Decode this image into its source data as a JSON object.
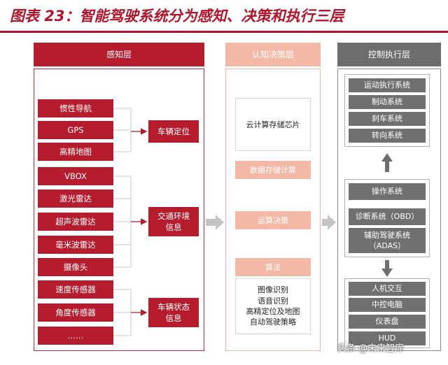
{
  "title": "图表 23：智能驾驶系统分为感知、决策和执行三层",
  "perception": {
    "header": "感知层",
    "sensors": [
      "惯性导航",
      "GPS",
      "高精地图",
      "VBOX",
      "激光雷达",
      "超声波雷达",
      "毫米波雷达",
      "摄像头",
      "速度传感器",
      "角度传感器",
      "……"
    ],
    "outputs": [
      {
        "lines": [
          "车辆定位"
        ]
      },
      {
        "lines": [
          "交通环境",
          "信息"
        ]
      },
      {
        "lines": [
          "车辆状态",
          "信息"
        ]
      }
    ]
  },
  "decision": {
    "header": "认知决策层",
    "chip": "云计算存储芯片",
    "storage": "数据存储计算",
    "decision": "运算决策",
    "algo": "算法",
    "algo_items": [
      "图像识别",
      "语音识别",
      "高精定位及地图",
      "自动驾驶策略"
    ]
  },
  "execution": {
    "header": "控制执行层",
    "group1": [
      "运动执行系统",
      "制动系统",
      "刹车系统",
      "转向系统"
    ],
    "group2": [
      "操作系统",
      "诊断系统（OBD）"
    ],
    "adas": [
      "辅助驾驶系统",
      "（ADAS）"
    ],
    "group3": [
      "人机交互",
      "中控电脑",
      "仪表盘",
      "HUD"
    ]
  },
  "watermark": "头条 @未来智库",
  "colors": {
    "red": "#b51d2e",
    "pink": "#f4b9a6",
    "gray": "#6d6d6d"
  }
}
